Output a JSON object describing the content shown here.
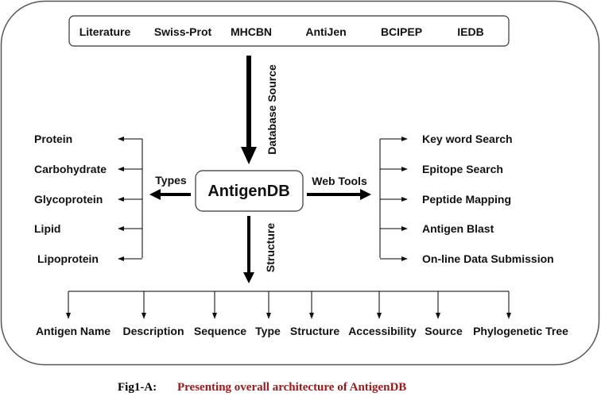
{
  "sources": [
    "Literature",
    "Swiss-Prot",
    "MHCBN",
    "AntiJen",
    "BCIPEP",
    "IEDB"
  ],
  "center": "AntigenDB",
  "arrows": {
    "database_source": "Database Source",
    "types": "Types",
    "web_tools": "Web Tools",
    "structure": "Structure"
  },
  "types": [
    "Protein",
    "Carbohydrate",
    "Glycoprotein",
    "Lipid",
    "Lipoprotein"
  ],
  "web_tools": [
    "Key word Search",
    "Epitope Search",
    "Peptide Mapping",
    "Antigen Blast",
    "On-line Data Submission"
  ],
  "structure_fields": [
    "Antigen Name",
    "Description",
    "Sequence",
    "Type",
    "Structure",
    "Accessibility",
    "Source",
    "Phylogenetic Tree"
  ],
  "caption": {
    "figure": "Fig1-A:",
    "text": "Presenting overall architecture of AntigenDB",
    "color": "#a01818"
  }
}
